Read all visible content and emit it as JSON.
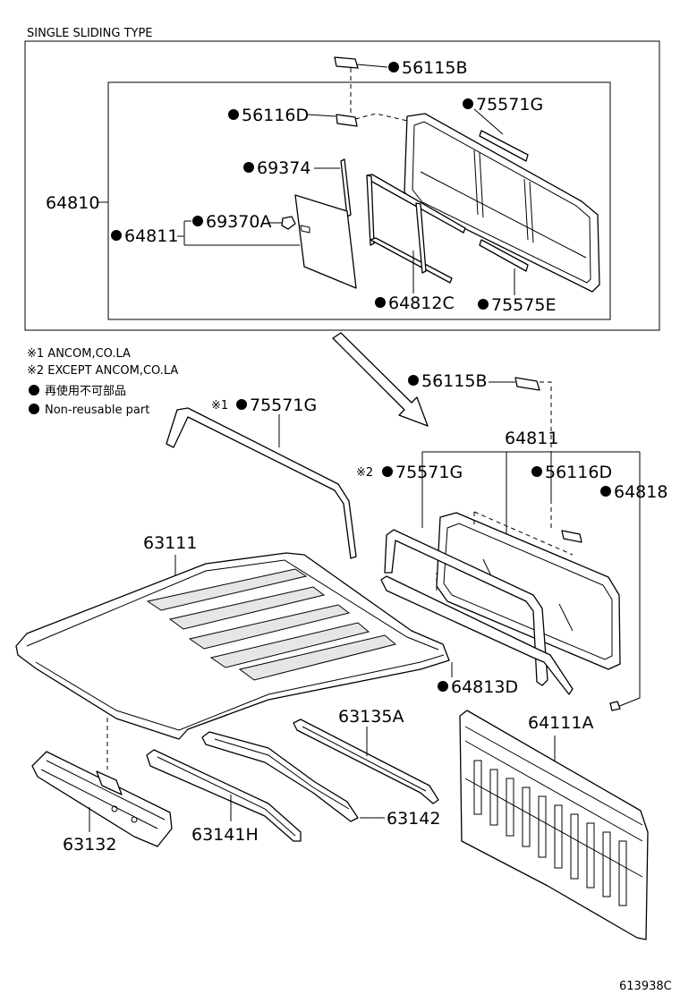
{
  "section_title": "SINGLE SLIDING TYPE",
  "notes": {
    "n1": "※1 ANCOM,CO.LA",
    "n2": "※2 EXCEPT ANCOM,CO.LA",
    "n3": "再使用不可部品",
    "n4": "Non-reusable part"
  },
  "parts": {
    "p56115B_top": "56115B",
    "p56116D_top": "56116D",
    "p75571G_top": "75571G",
    "p69374": "69374",
    "p64810": "64810",
    "p64811_top": "64811",
    "p69370A": "69370A",
    "p64812C": "64812C",
    "p75575E": "75575E",
    "p56115B_mid": "56115B",
    "p64811_mid": "64811",
    "p75571G_1": "75571G",
    "p75571G_2": "75571G",
    "p56116D_mid": "56116D",
    "p64818": "64818",
    "p63111": "63111",
    "p64813D": "64813D",
    "p63135A": "63135A",
    "p64111A": "64111A",
    "p63142": "63142",
    "p63132": "63132",
    "p63141H": "63141H"
  },
  "marks": {
    "m1": "※1",
    "m2": "※2"
  },
  "diagram_id": "613938C"
}
